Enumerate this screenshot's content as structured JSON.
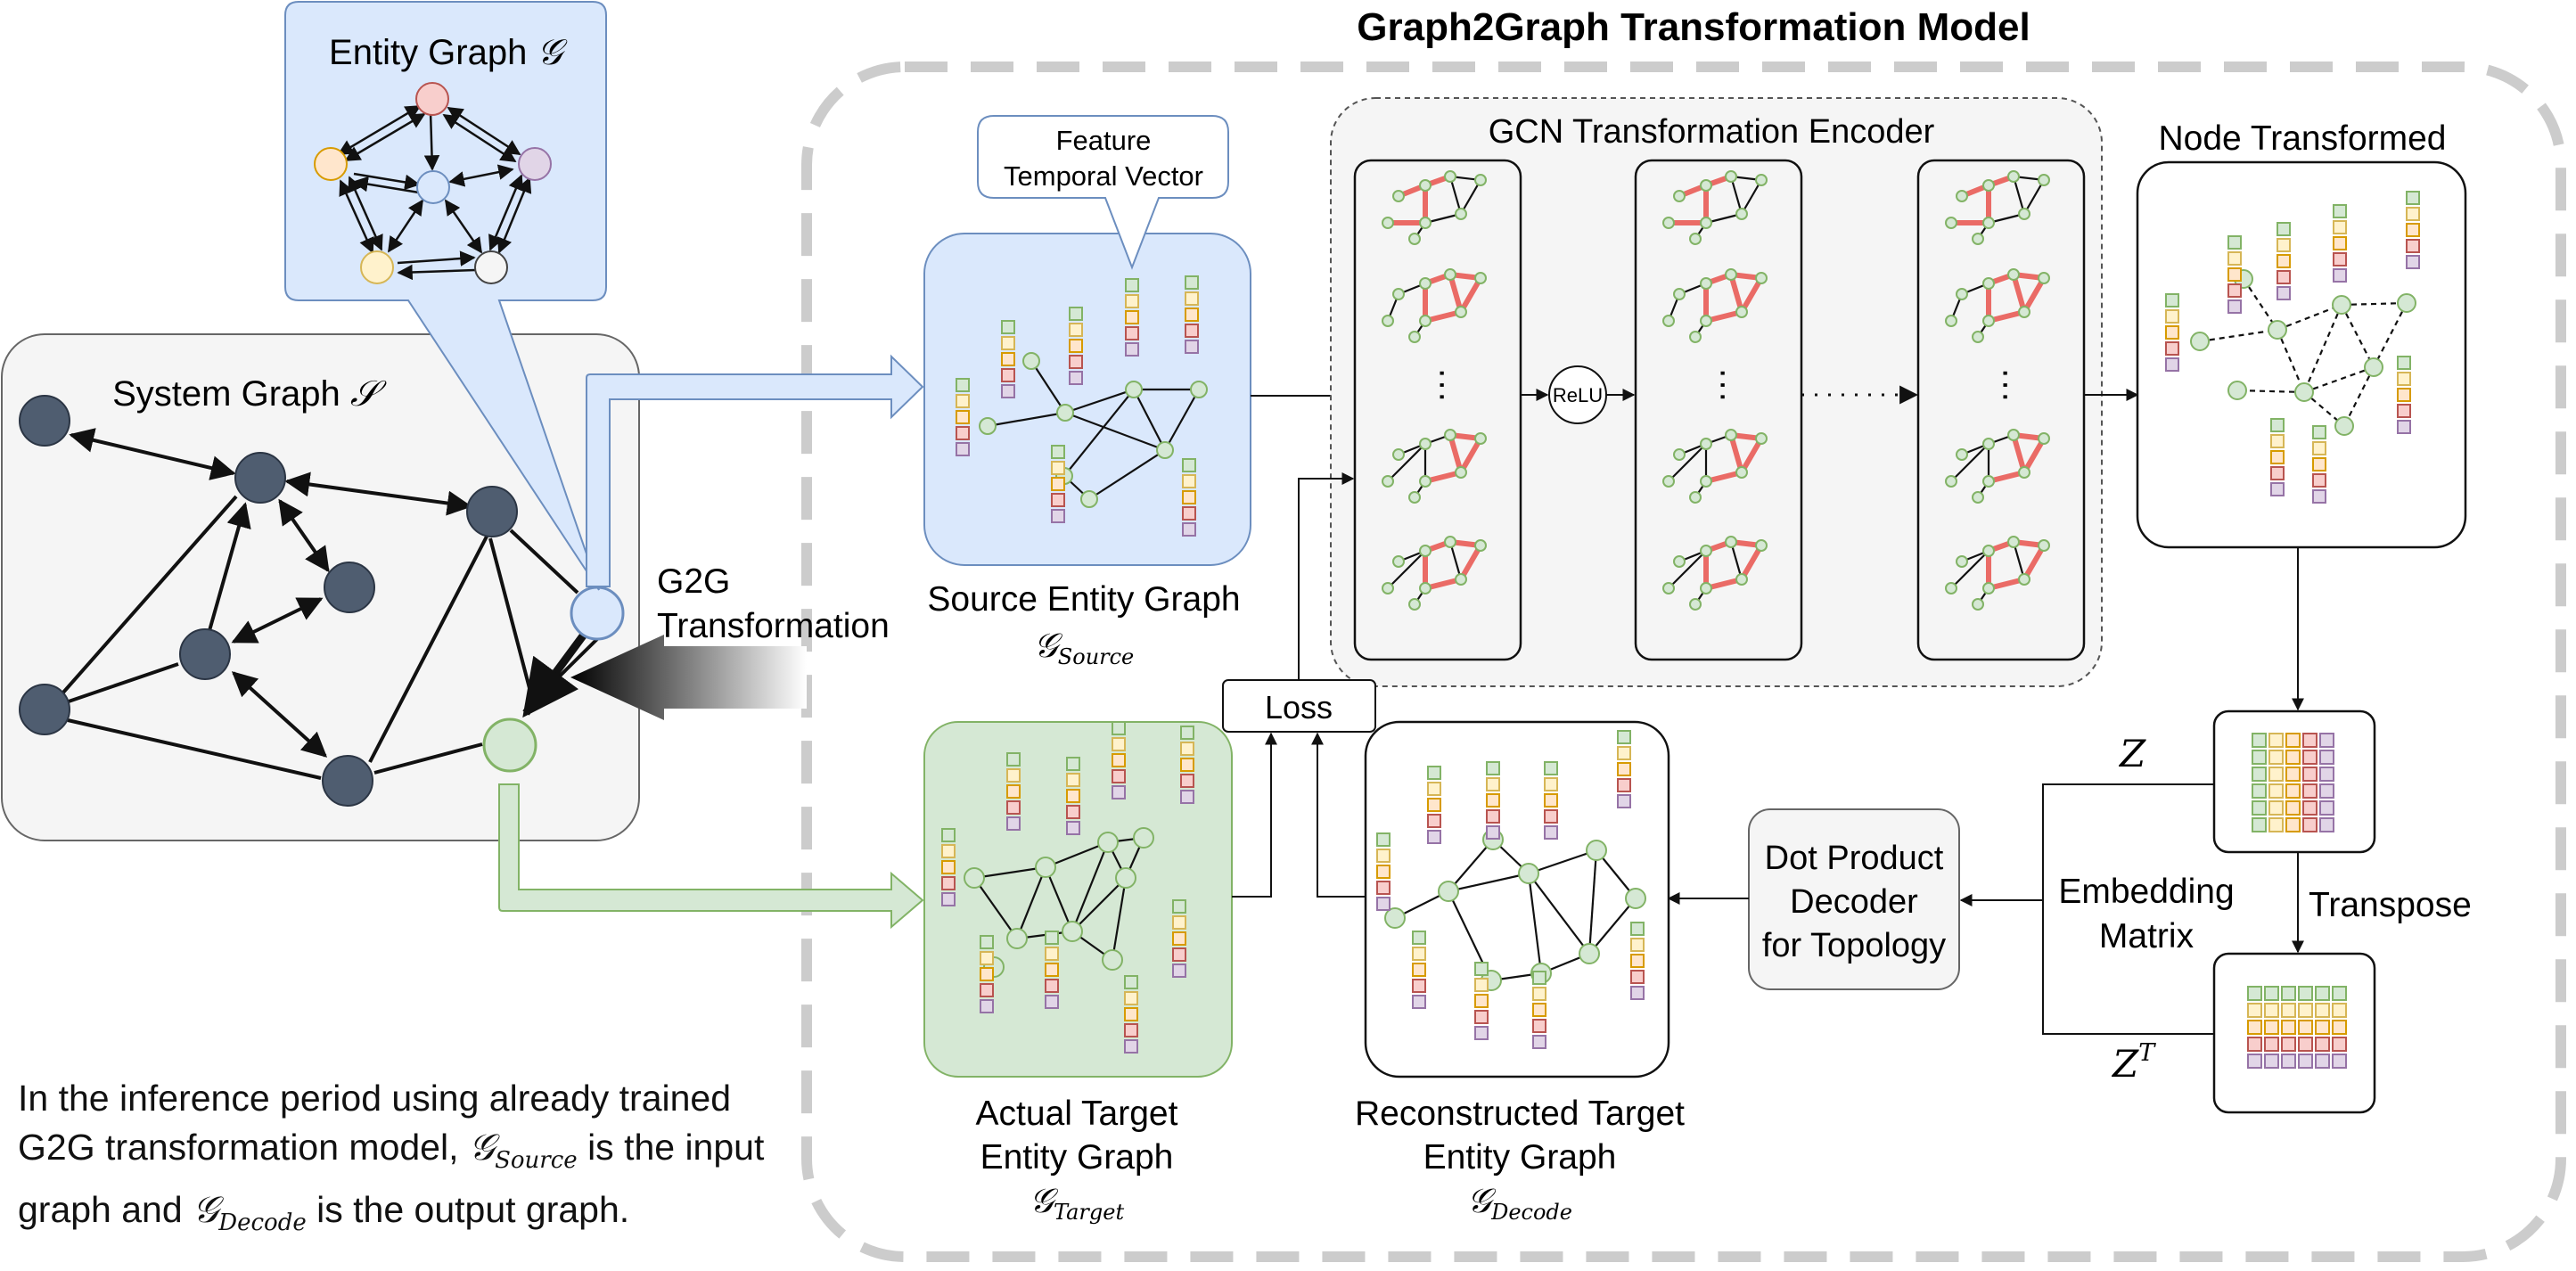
{
  "title": "Graph2Graph Transformation Model",
  "entity_graph": {
    "label": "Entity Graph ",
    "symbol": "𝒢"
  },
  "system_graph": {
    "label": "System Graph ",
    "symbol": "𝒮"
  },
  "g2g": {
    "line1": "G2G",
    "line2": "Transformation"
  },
  "feature_callout": {
    "line1": "Feature",
    "line2": "Temporal Vector"
  },
  "source_graph": {
    "label": "Source Entity Graph",
    "math": "𝒢",
    "sub": "Source"
  },
  "encoder": {
    "title": "GCN Transformation Encoder",
    "activation": "ReLU"
  },
  "node_transformed": "Node Transformed",
  "loss": "Loss",
  "actual_target": {
    "line1": "Actual Target",
    "line2": "Entity Graph",
    "math": "𝒢",
    "sub": "Target"
  },
  "reconstructed": {
    "line1": "Reconstructed Target",
    "line2": "Entity Graph",
    "math": "𝒢",
    "sub": "Decode"
  },
  "decoder": {
    "line1": "Dot Product",
    "line2": "Decoder",
    "line3": "for Topology"
  },
  "embedding": {
    "z": "Z",
    "zt": "Z",
    "zt_sup": "T",
    "line1": "Embedding",
    "line2": "Matrix",
    "transpose": "Transpose"
  },
  "caption": {
    "part1": "In the inference period using already trained G2G transformation model, ",
    "src_math": "𝒢",
    "src_sub": "Source",
    "part2": " is the input graph and ",
    "dec_math": "𝒢",
    "dec_sub": "Decode",
    "part3": " is the output graph."
  },
  "colors": {
    "dash_border": "#cccccc",
    "entity_bg": "#dae8fc",
    "entity_border": "#6c8ebf",
    "target_bg": "#d5e8d4",
    "target_border": "#82b366",
    "system_bg": "#f5f5f5",
    "dark_node": "#4f5d70",
    "node_green": "#d5e8d4",
    "node_green_border": "#82b366",
    "highlight": "#ea6b66",
    "feat_green": "#d5e8d4",
    "feat_yellow": "#fff2cc",
    "feat_orange": "#ffe6cc",
    "feat_red": "#f8cecc",
    "feat_purple": "#e1d5e7"
  }
}
